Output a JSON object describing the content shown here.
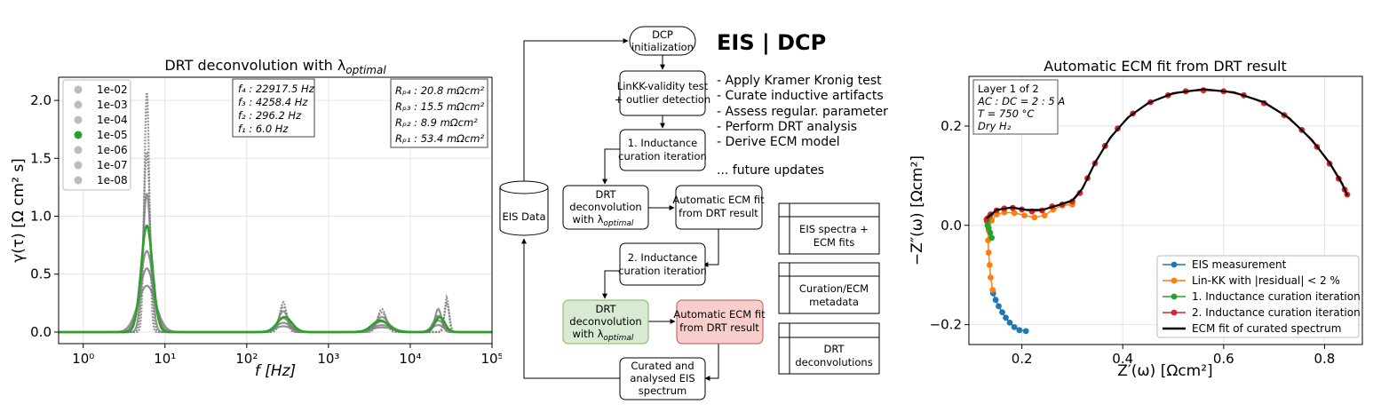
{
  "charts": {
    "drt": {
      "type": "line",
      "title": "DRT deconvolution with λ",
      "title_sub": "optimal",
      "xlabel": "f [Hz]",
      "ylabel": "γ(τ) [Ω cm² s]",
      "x_scale": "log",
      "xlim": [
        0.5,
        100000
      ],
      "ylim": [
        -0.1,
        2.2
      ],
      "xticks": [
        "10⁰",
        "10¹",
        "10²",
        "10³",
        "10⁴",
        "10⁵"
      ],
      "xtick_values": [
        1,
        10,
        100,
        1000,
        10000,
        100000
      ],
      "yticks": [
        "0.0",
        "0.5",
        "1.0",
        "1.5",
        "2.0"
      ],
      "ytick_values": [
        0.0,
        0.5,
        1.0,
        1.5,
        2.0
      ],
      "grid": true,
      "legend_position": "top-left",
      "legend": [
        "1e-02",
        "1e-03",
        "1e-04",
        "1e-05",
        "1e-06",
        "1e-07",
        "1e-08"
      ],
      "highlight": "1e-05",
      "highlight_color": "#2ca02c",
      "other_color": "#808080",
      "freq_box": [
        "f₄ : 22917.5 Hz",
        "f₃ : 4258.4 Hz",
        "f₂ : 296.2 Hz",
        "f₁ : 6.0 Hz"
      ],
      "res_box": [
        "Rₚ₄ : 20.8 mΩcm²",
        "Rₚ₃ : 15.5 mΩcm²",
        "Rₚ₂ : 8.9 mΩcm²",
        "Rₚ₁ : 53.4 mΩcm²"
      ],
      "series": [
        {
          "name": "1e-02",
          "peaks": [
            [
              6.0,
              0.4,
              0.11
            ],
            [
              280,
              0.05,
              0.1
            ],
            [
              4500,
              0.04,
              0.14
            ],
            [
              22000,
              0.06,
              0.08
            ]
          ]
        },
        {
          "name": "1e-03",
          "peaks": [
            [
              6.0,
              0.55,
              0.09
            ],
            [
              280,
              0.08,
              0.09
            ],
            [
              4500,
              0.06,
              0.12
            ],
            [
              22000,
              0.1,
              0.07
            ]
          ]
        },
        {
          "name": "1e-04",
          "peaks": [
            [
              6.0,
              0.7,
              0.08
            ],
            [
              280,
              0.12,
              0.08
            ],
            [
              4500,
              0.09,
              0.11
            ],
            [
              22000,
              0.14,
              0.06
            ]
          ]
        },
        {
          "name": "1e-05",
          "peaks": [
            [
              6.0,
              0.92,
              0.07
            ],
            [
              290,
              0.13,
              0.09
            ],
            [
              4300,
              0.1,
              0.1
            ],
            [
              23000,
              0.13,
              0.06
            ]
          ]
        },
        {
          "name": "1e-06",
          "peaks": [
            [
              6.0,
              1.2,
              0.05
            ],
            [
              280,
              0.18,
              0.06
            ],
            [
              4500,
              0.13,
              0.08
            ],
            [
              22000,
              0.2,
              0.04
            ]
          ]
        },
        {
          "name": "1e-07",
          "peaks": [
            [
              6.0,
              1.57,
              0.04
            ],
            [
              280,
              0.22,
              0.05
            ],
            [
              4500,
              0.17,
              0.06
            ],
            [
              28000,
              0.25,
              0.03
            ]
          ]
        },
        {
          "name": "1e-08",
          "peaks": [
            [
              6.0,
              2.1,
              0.03
            ],
            [
              280,
              0.26,
              0.04
            ],
            [
              4500,
              0.2,
              0.05
            ],
            [
              28000,
              0.3,
              0.025
            ]
          ]
        }
      ]
    },
    "nyquist": {
      "type": "scatter",
      "title": "Automatic ECM fit from DRT result",
      "xlabel": "Z′(ω) [Ωcm²]",
      "ylabel": "−Z″(ω) [Ωcm²]",
      "xlim": [
        0.095,
        0.875
      ],
      "ylim": [
        -0.24,
        0.3
      ],
      "xticks": [
        "0.2",
        "0.4",
        "0.6",
        "0.8"
      ],
      "xtick_values": [
        0.2,
        0.4,
        0.6,
        0.8
      ],
      "yticks": [
        "−0.2",
        "0.0",
        "0.2"
      ],
      "ytick_values": [
        -0.2,
        0.0,
        0.2
      ],
      "grid": true,
      "legend_position": "bottom-right",
      "info_box": [
        "Layer 1 of 2",
        "AC : DC = 2 : 5 A",
        "T = 750 °C",
        "Dry H₂"
      ],
      "series": [
        {
          "name": "EIS measurement",
          "color": "#1f77b4",
          "marker": true,
          "points": [
            [
              0.208,
              -0.213
            ],
            [
              0.195,
              -0.211
            ],
            [
              0.185,
              -0.205
            ],
            [
              0.176,
              -0.196
            ],
            [
              0.168,
              -0.186
            ],
            [
              0.161,
              -0.175
            ],
            [
              0.154,
              -0.163
            ],
            [
              0.148,
              -0.15
            ],
            [
              0.143,
              -0.137
            ]
          ]
        },
        {
          "name": "Lin-KK with |residual| < 2 %",
          "color": "#ff7f0e",
          "marker": true,
          "points": [
            [
              0.142,
              -0.13
            ],
            [
              0.138,
              -0.105
            ],
            [
              0.136,
              -0.08
            ],
            [
              0.134,
              -0.055
            ],
            [
              0.133,
              -0.03
            ],
            [
              0.134,
              -0.01
            ],
            [
              0.14,
              0.01
            ],
            [
              0.15,
              0.022
            ],
            [
              0.165,
              0.026
            ],
            [
              0.185,
              0.025
            ],
            [
              0.205,
              0.02
            ],
            [
              0.225,
              0.016
            ],
            [
              0.245,
              0.02
            ],
            [
              0.262,
              0.032
            ],
            [
              0.28,
              0.04
            ],
            [
              0.3,
              0.042
            ]
          ]
        },
        {
          "name": "1. Inductance curation iteration",
          "color": "#2ca02c",
          "marker": true,
          "points": [
            [
              0.14,
              -0.025
            ],
            [
              0.137,
              -0.015
            ],
            [
              0.134,
              -0.005
            ],
            [
              0.132,
              0.0
            ],
            [
              0.131,
              0.008
            ],
            [
              0.132,
              0.014
            ],
            [
              0.136,
              0.018
            ]
          ]
        },
        {
          "name": "2. Inductance curation iteration",
          "color": "#d62728",
          "marker": true,
          "points": [
            [
              0.13,
              0.012
            ],
            [
              0.138,
              0.022
            ],
            [
              0.15,
              0.03
            ],
            [
              0.165,
              0.034
            ],
            [
              0.182,
              0.035
            ],
            [
              0.2,
              0.032
            ],
            [
              0.22,
              0.028
            ],
            [
              0.24,
              0.03
            ],
            [
              0.26,
              0.038
            ],
            [
              0.28,
              0.042
            ],
            [
              0.3,
              0.048
            ],
            [
              0.315,
              0.065
            ],
            [
              0.33,
              0.095
            ],
            [
              0.345,
              0.125
            ],
            [
              0.365,
              0.16
            ],
            [
              0.39,
              0.195
            ],
            [
              0.42,
              0.225
            ],
            [
              0.455,
              0.248
            ],
            [
              0.49,
              0.262
            ],
            [
              0.525,
              0.27
            ],
            [
              0.56,
              0.272
            ],
            [
              0.6,
              0.27
            ],
            [
              0.64,
              0.262
            ],
            [
              0.68,
              0.246
            ],
            [
              0.72,
              0.222
            ],
            [
              0.755,
              0.192
            ],
            [
              0.785,
              0.158
            ],
            [
              0.81,
              0.124
            ],
            [
              0.828,
              0.094
            ],
            [
              0.84,
              0.072
            ],
            [
              0.845,
              0.062
            ]
          ]
        },
        {
          "name": "ECM fit of curated spectrum",
          "color": "#000000",
          "marker": false,
          "points": [
            [
              0.13,
              0.014
            ],
            [
              0.15,
              0.031
            ],
            [
              0.18,
              0.036
            ],
            [
              0.21,
              0.031
            ],
            [
              0.24,
              0.031
            ],
            [
              0.27,
              0.04
            ],
            [
              0.3,
              0.05
            ],
            [
              0.32,
              0.074
            ],
            [
              0.345,
              0.126
            ],
            [
              0.375,
              0.176
            ],
            [
              0.41,
              0.217
            ],
            [
              0.45,
              0.246
            ],
            [
              0.5,
              0.266
            ],
            [
              0.56,
              0.274
            ],
            [
              0.62,
              0.268
            ],
            [
              0.68,
              0.248
            ],
            [
              0.73,
              0.216
            ],
            [
              0.775,
              0.172
            ],
            [
              0.81,
              0.126
            ],
            [
              0.835,
              0.084
            ],
            [
              0.845,
              0.06
            ]
          ]
        }
      ]
    }
  },
  "flowchart": {
    "title": "EIS | DCP",
    "bullets": [
      "- Apply Kramer Kronig test",
      "- Curate inductive artifacts",
      "- Assess regular. parameter",
      "- Perform DRT analysis",
      "- Derive ECM model"
    ],
    "future": "... future updates",
    "database": "EIS Data",
    "nodes": {
      "init": [
        "DCP",
        "initialization"
      ],
      "linkk": [
        "LinKK-validity test",
        "+ outlier detection"
      ],
      "induct1": [
        "1. Inductance",
        "curation iteration"
      ],
      "drt1": [
        "DRT",
        "deconvolution",
        "with λ"
      ],
      "ecm1": [
        "Automatic ECM fit",
        "from DRT result"
      ],
      "induct2": [
        "2. Inductance",
        "curation iteration"
      ],
      "drt2": [
        "DRT",
        "deconvolution",
        "with λ"
      ],
      "ecm2": [
        "Automatic ECM fit",
        "from DRT result"
      ],
      "final": [
        "Curated and",
        "analysed EIS",
        "spectrum"
      ]
    },
    "lambda_sub": "optimal",
    "outputs": [
      [
        "EIS spectra +",
        "ECM fits"
      ],
      [
        "Curation/ECM",
        "metadata"
      ],
      [
        "DRT",
        "deconvolutions"
      ]
    ],
    "colors": {
      "green_fill": "#d9ead3",
      "green_stroke": "#82b366",
      "red_fill": "#f8cecc",
      "red_stroke": "#b85450"
    }
  }
}
